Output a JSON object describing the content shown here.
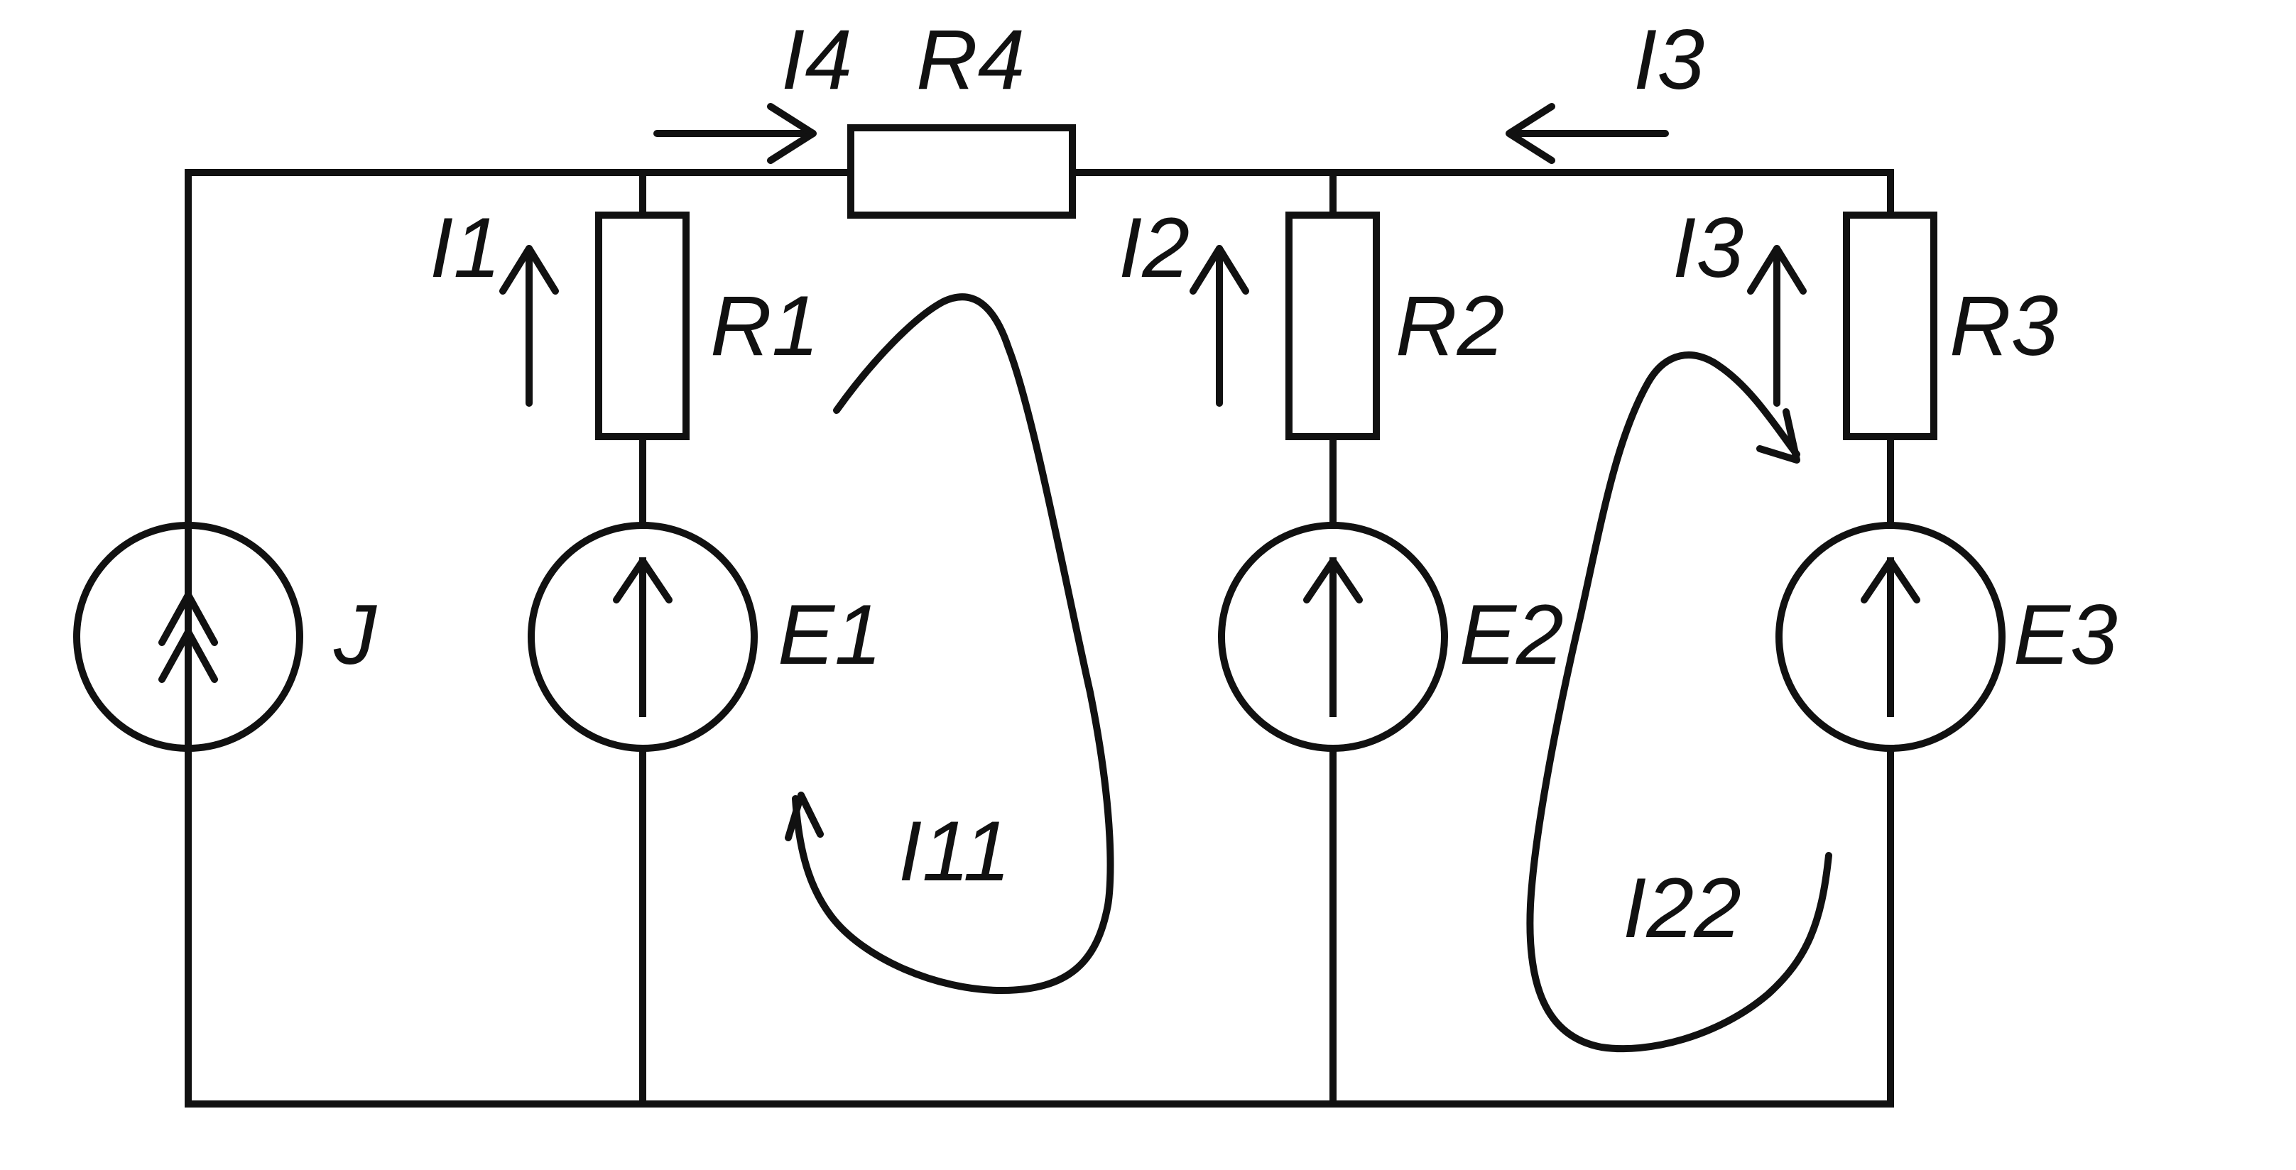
{
  "diagram": {
    "stroke_color": "#111111",
    "background": "#ffffff",
    "elements": {
      "current_source": "J",
      "resistors": [
        "R1",
        "R2",
        "R3",
        "R4"
      ],
      "voltage_sources": [
        "E1",
        "E2",
        "E3"
      ]
    },
    "currents": {
      "branch": [
        "I1",
        "I2",
        "I3",
        "I4"
      ],
      "top_right": "I3"
    },
    "loop_currents": [
      "I11",
      "I22"
    ]
  }
}
